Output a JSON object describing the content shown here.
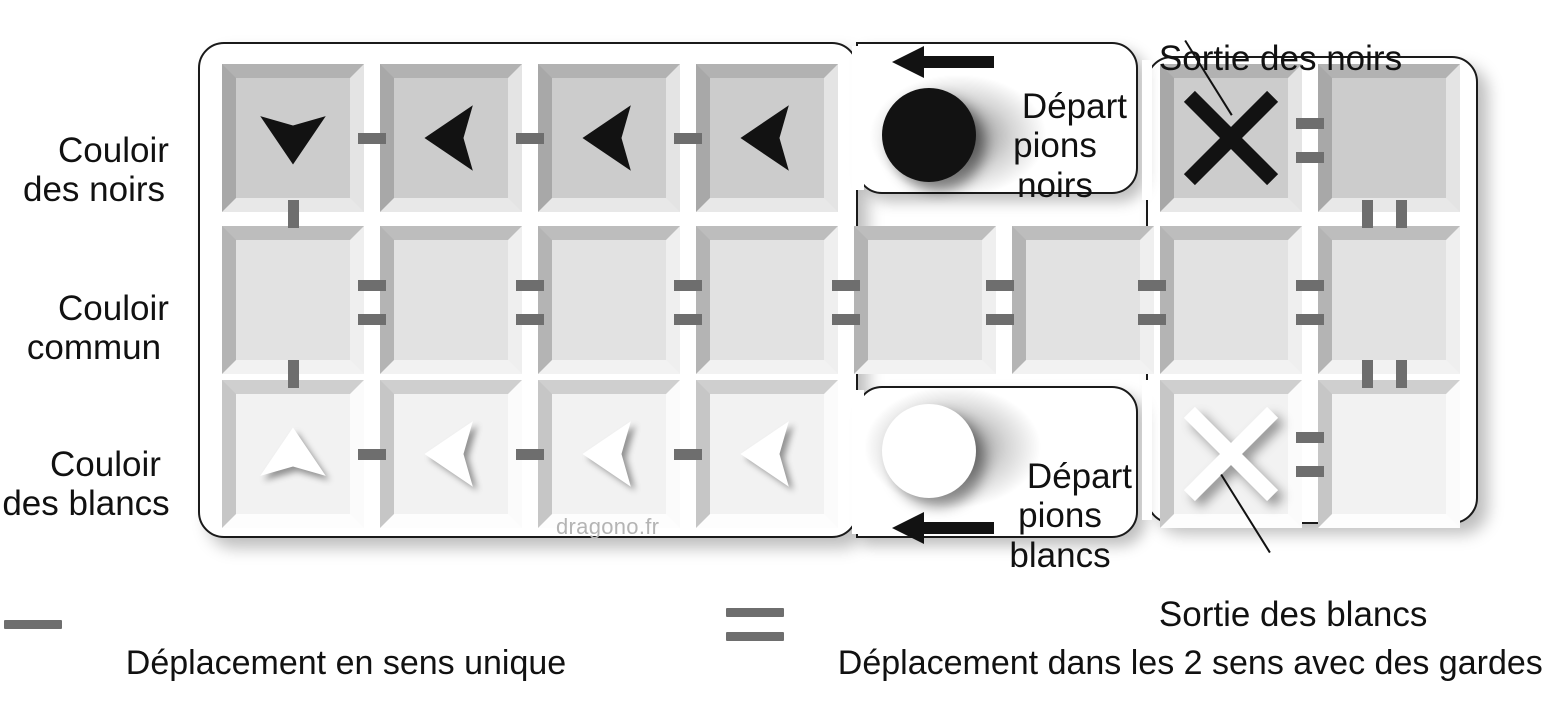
{
  "title": "Plateau de jeu - couloirs",
  "watermark": "dragono.fr",
  "corridor_labels": {
    "black": "Couloir\ndes noirs",
    "common": "Couloir\ncommun",
    "white": "Couloir\ndes blancs"
  },
  "pockets": {
    "black": {
      "label": "Départ\npions\nnoirs",
      "piece_color": "#121212"
    },
    "white": {
      "label": "Départ\npions\nblancs",
      "piece_color": "#ffffff"
    }
  },
  "callouts": {
    "black_exit": "Sortie des noirs",
    "white_exit": "Sortie des blancs"
  },
  "legend": {
    "one_way": "Déplacement en sens unique",
    "two_way": "Déplacement dans les 2 sens avec des gardes"
  },
  "colors": {
    "cell_dark": "#cccccc",
    "cell_mid": "#e2e2e2",
    "cell_light": "#f2f2f2",
    "connector": "#6e6e6e",
    "outline": "#1a1a1a",
    "glyph_black": "#121212",
    "glyph_white": "#ffffff",
    "watermark": "#b4b4b4"
  },
  "board": {
    "rows": [
      {
        "name": "black-corridor",
        "style": "dark",
        "cells": [
          {
            "glyph": "arrow-down"
          },
          {
            "glyph": "arrow-left"
          },
          {
            "glyph": "arrow-left"
          },
          {
            "glyph": "arrow-left"
          },
          {
            "glyph": "cross-black"
          },
          {
            "glyph": "none"
          }
        ]
      },
      {
        "name": "common-corridor",
        "style": "mid",
        "cells": [
          {
            "glyph": "none"
          },
          {
            "glyph": "none"
          },
          {
            "glyph": "none"
          },
          {
            "glyph": "none"
          },
          {
            "glyph": "none"
          },
          {
            "glyph": "none"
          },
          {
            "glyph": "none"
          },
          {
            "glyph": "none"
          }
        ]
      },
      {
        "name": "white-corridor",
        "style": "light",
        "cells": [
          {
            "glyph": "arrow-up-white"
          },
          {
            "glyph": "arrow-left-white"
          },
          {
            "glyph": "arrow-left-white"
          },
          {
            "glyph": "arrow-left-white"
          },
          {
            "glyph": "cross-white"
          },
          {
            "glyph": "none"
          }
        ]
      }
    ],
    "connector_types": {
      "one_way": "single-bar",
      "two_way_guarded": "double-bar"
    }
  }
}
